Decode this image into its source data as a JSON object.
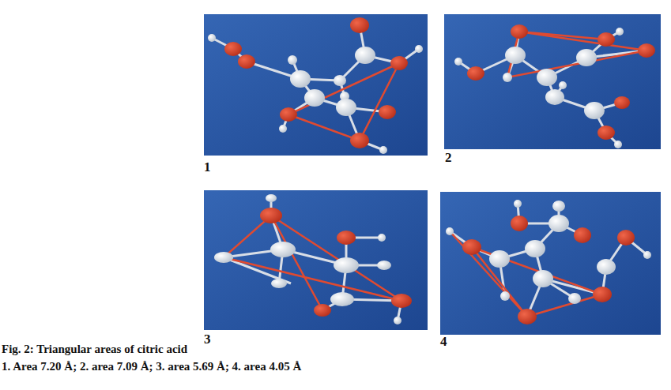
{
  "diagram": {
    "caption": "Fig. 2: Triangular areas of citric acid",
    "labels": [
      "1",
      "2",
      "3",
      "4",
      "1. Area 7.20 Å; 2. area 7.09 Å; 3. area 5.69 Å; 4. area 4.05 Å"
    ]
  }
}
